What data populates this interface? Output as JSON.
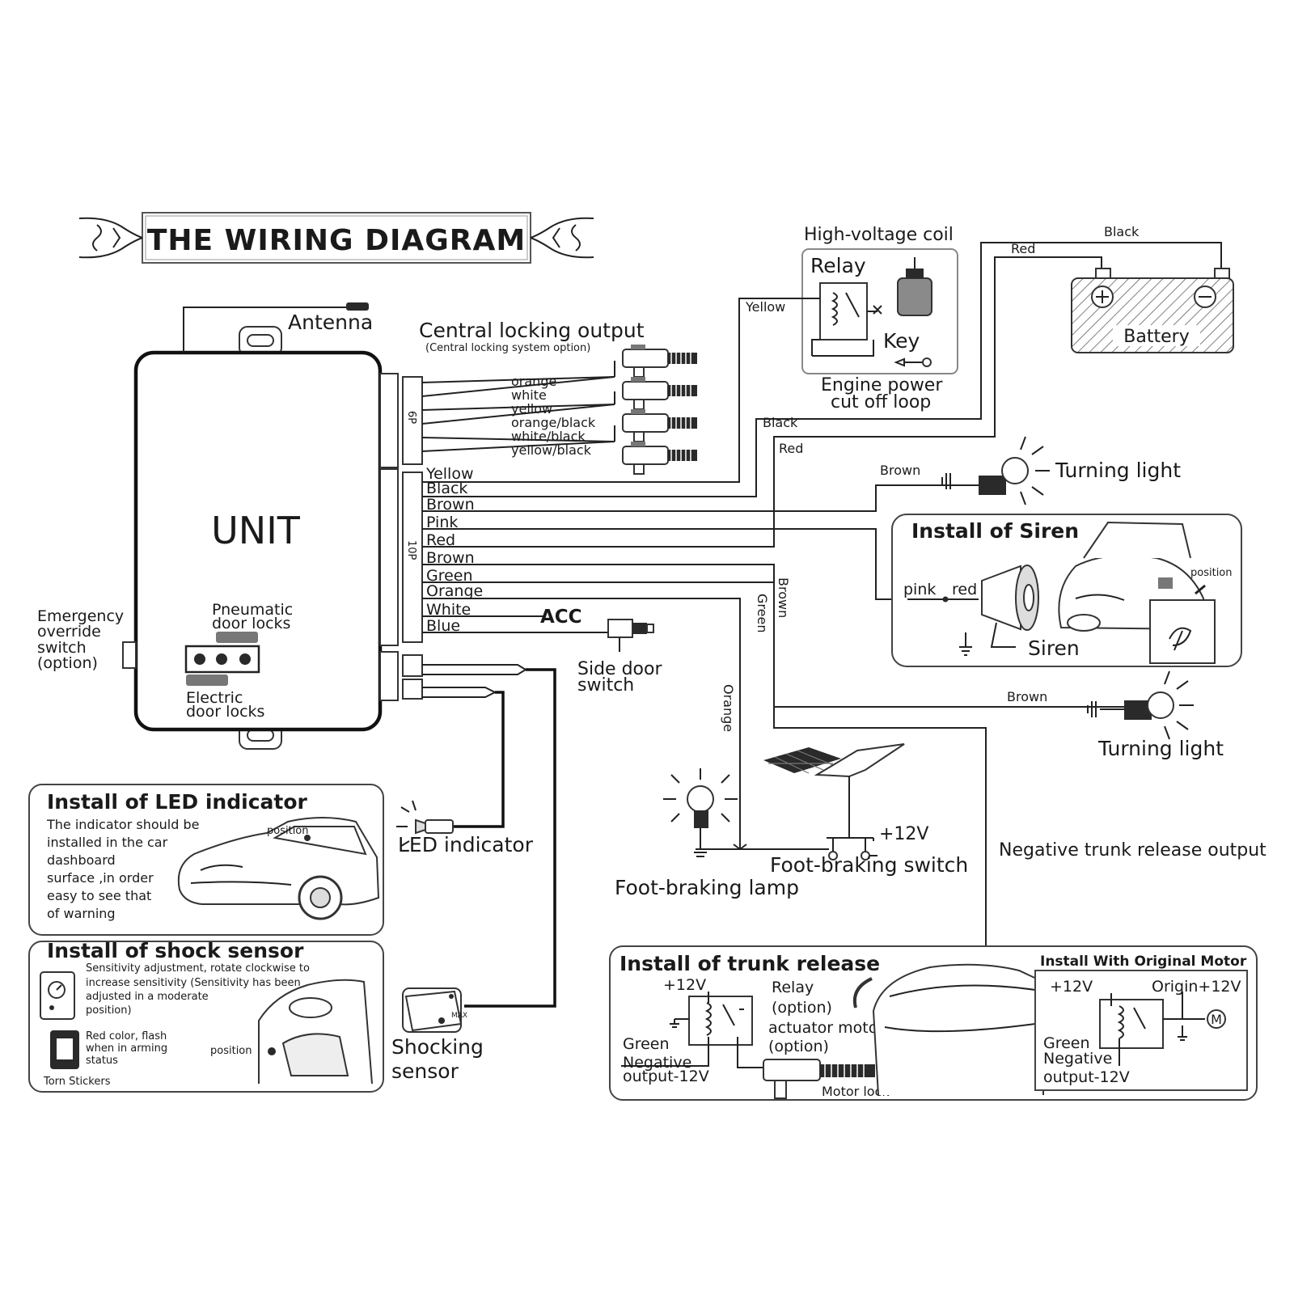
{
  "title": "THE WIRING DIAGRAM",
  "unit": {
    "label": "UNIT",
    "antenna": "Antenna",
    "connector_6p": "6P",
    "connector_10p": "10P",
    "pneumatic": [
      "Pneumatic",
      "door locks"
    ],
    "electric": [
      "Electric",
      "door locks"
    ],
    "emergency": [
      "Emergency",
      "override",
      "switch",
      "(option)"
    ]
  },
  "central_locking": {
    "title": "Central locking output",
    "subtitle": "(Central locking system option)",
    "wires": [
      "orange",
      "white",
      "yellow",
      "orange/black",
      "white/black",
      "yellow/black"
    ]
  },
  "wires_10p": [
    "Yellow",
    "Black",
    "Brown",
    "Pink",
    "Red",
    "Brown",
    "Green",
    "Orange",
    "White",
    "Blue"
  ],
  "acc_label": "ACC",
  "side_door_switch": [
    "Side door",
    "switch"
  ],
  "relay_block": {
    "coil": "High-voltage coil",
    "relay": "Relay",
    "key": "Key",
    "caption": [
      "Engine power",
      "cut off loop"
    ],
    "yellow": "Yellow"
  },
  "battery": {
    "label": "Battery",
    "black": "Black",
    "red": "Red"
  },
  "route_labels": {
    "black": "Black",
    "red": "Red",
    "brown_top": "Brown",
    "brown_vertical": "Brown",
    "green_vertical": "Green",
    "orange_vertical": "Orange",
    "brown_lower": "Brown"
  },
  "turning_light": "Turning light",
  "siren": {
    "title": "Install of Siren",
    "pink": "pink",
    "red": "red",
    "siren": "Siren",
    "position": "position"
  },
  "foot_brake": {
    "switch": "Foot-braking switch",
    "lamp": "Foot-braking lamp",
    "voltage": "+12V"
  },
  "trunk_output": "Negative trunk release output",
  "led": {
    "title": "Install of LED indicator",
    "text": [
      "The indicator should be",
      "installed in the car",
      "dashboard",
      "surface ,in order",
      "easy to see that",
      "of warning"
    ],
    "position": "position",
    "label": "LED indicator"
  },
  "shock": {
    "title": "Install of shock sensor",
    "text": [
      "Sensitivity adjustment, rotate clockwise to",
      "increase sensitivity (Sensitivity has been",
      "adjusted in a moderate",
      "position)"
    ],
    "flash": [
      "Red color, flash",
      "when in arming",
      "status"
    ],
    "stickers": "Torn Stickers",
    "position": "position",
    "label": [
      "Shocking",
      "sensor"
    ],
    "max": "MAX"
  },
  "trunk": {
    "title": "Install of trunk release",
    "v12": "+12V",
    "relay": [
      "Relay",
      "(option)"
    ],
    "actuator": [
      "actuator motor",
      "(option)"
    ],
    "green": "Green",
    "negative": [
      "Negative",
      "output-12V"
    ],
    "motor_lock": "Motor lock",
    "original_title": "Install With Original Motor",
    "orig_v12": "+12V",
    "origin": "Origin+12V",
    "motor": "M",
    "green2": "Green",
    "negative2": [
      "Negative",
      "output-12V"
    ]
  }
}
